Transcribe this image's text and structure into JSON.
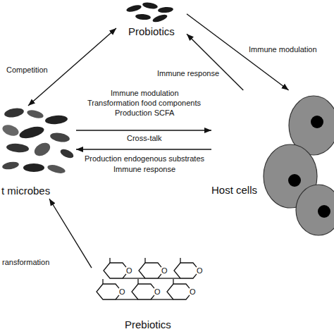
{
  "diagram": {
    "nodes": [
      {
        "text": [
          "Probiotics"
        ]
      },
      {
        "text": [
          "t microbes"
        ]
      },
      {
        "text": [
          "Host cells"
        ]
      },
      {
        "text": [
          "Prebiotics"
        ]
      }
    ],
    "edges": [
      {
        "from": 1,
        "to": 0,
        "arrow": "both",
        "label": "Competition"
      },
      {
        "from": 2,
        "to": 0,
        "arrow": "to",
        "label": "Immune response"
      },
      {
        "from": 0,
        "to": 2,
        "arrow": "to",
        "label": "Immune modulation"
      },
      {
        "from": 1,
        "to": 2,
        "arrow": "to",
        "label": "Production SCFA"
      },
      {
        "from": 2,
        "to": 1,
        "arrow": "to",
        "label": "Production endogenous substrates"
      },
      {
        "from": 3,
        "to": 1,
        "arrow": "to",
        "label": "ransformation"
      }
    ],
    "labels": [
      "Immune modulation",
      "Transformation food components",
      "Cross-talk",
      "Immune response",
      "O",
      "O",
      "O",
      "O",
      "O",
      "O"
    ]
  }
}
